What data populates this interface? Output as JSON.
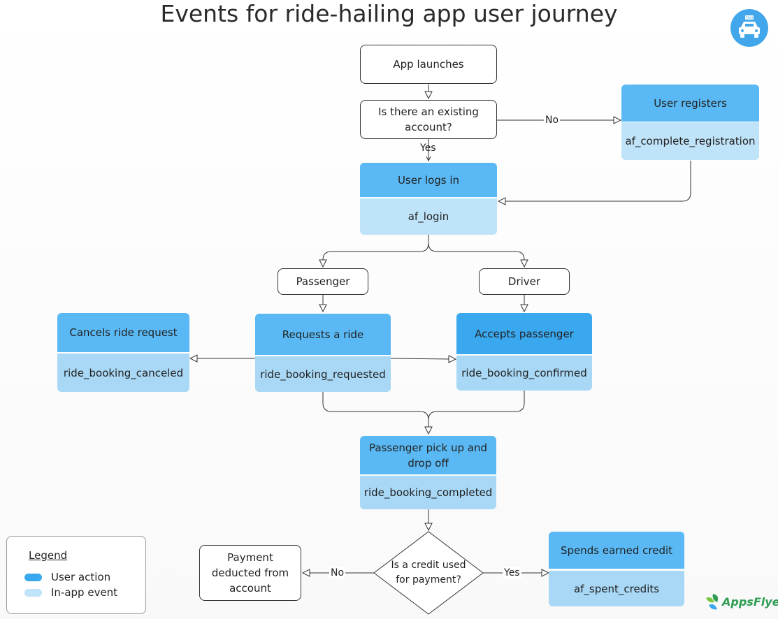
{
  "title": "Events for ride-hailing app user journey",
  "nodes": {
    "app_launches": "App launches",
    "existing_account": "Is there an existing account?",
    "user_registers": "User registers",
    "af_complete_registration": "af_complete_registration",
    "user_logs_in": "User logs in",
    "af_login": "af_login",
    "passenger": "Passenger",
    "driver": "Driver",
    "cancels_ride": "Cancels ride request",
    "ride_booking_canceled": "ride_booking_canceled",
    "requests_ride": "Requests a ride",
    "ride_booking_requested": "ride_booking_requested",
    "accepts_passenger": "Accepts passenger",
    "ride_booking_confirmed": "ride_booking_confirmed",
    "pickup_dropoff": "Passenger pick up and drop off",
    "ride_booking_completed": "ride_booking_completed",
    "credit_used": "Is a credit used for payment?",
    "payment_deducted": "Payment deducted from account",
    "spends_credit": "Spends earned credit",
    "af_spent_credits": "af_spent_credits"
  },
  "edge_labels": {
    "no_register": "No",
    "yes_login": "Yes",
    "no_payment": "No",
    "yes_credit": "Yes"
  },
  "legend": {
    "title": "Legend",
    "user_action": "User action",
    "in_app_event": "In-app event"
  },
  "brand": "AppsFlyer",
  "taxi_sign": "TAXI",
  "colors": {
    "user_action": "#5ab9f4",
    "user_action_dark": "#3aa8ef",
    "in_app_event": "#bfe3f8",
    "in_app_event_mid": "#a8d8f6",
    "connector": "#333333"
  },
  "icons": [
    "taxi-icon",
    "appsflyer-logo"
  ]
}
